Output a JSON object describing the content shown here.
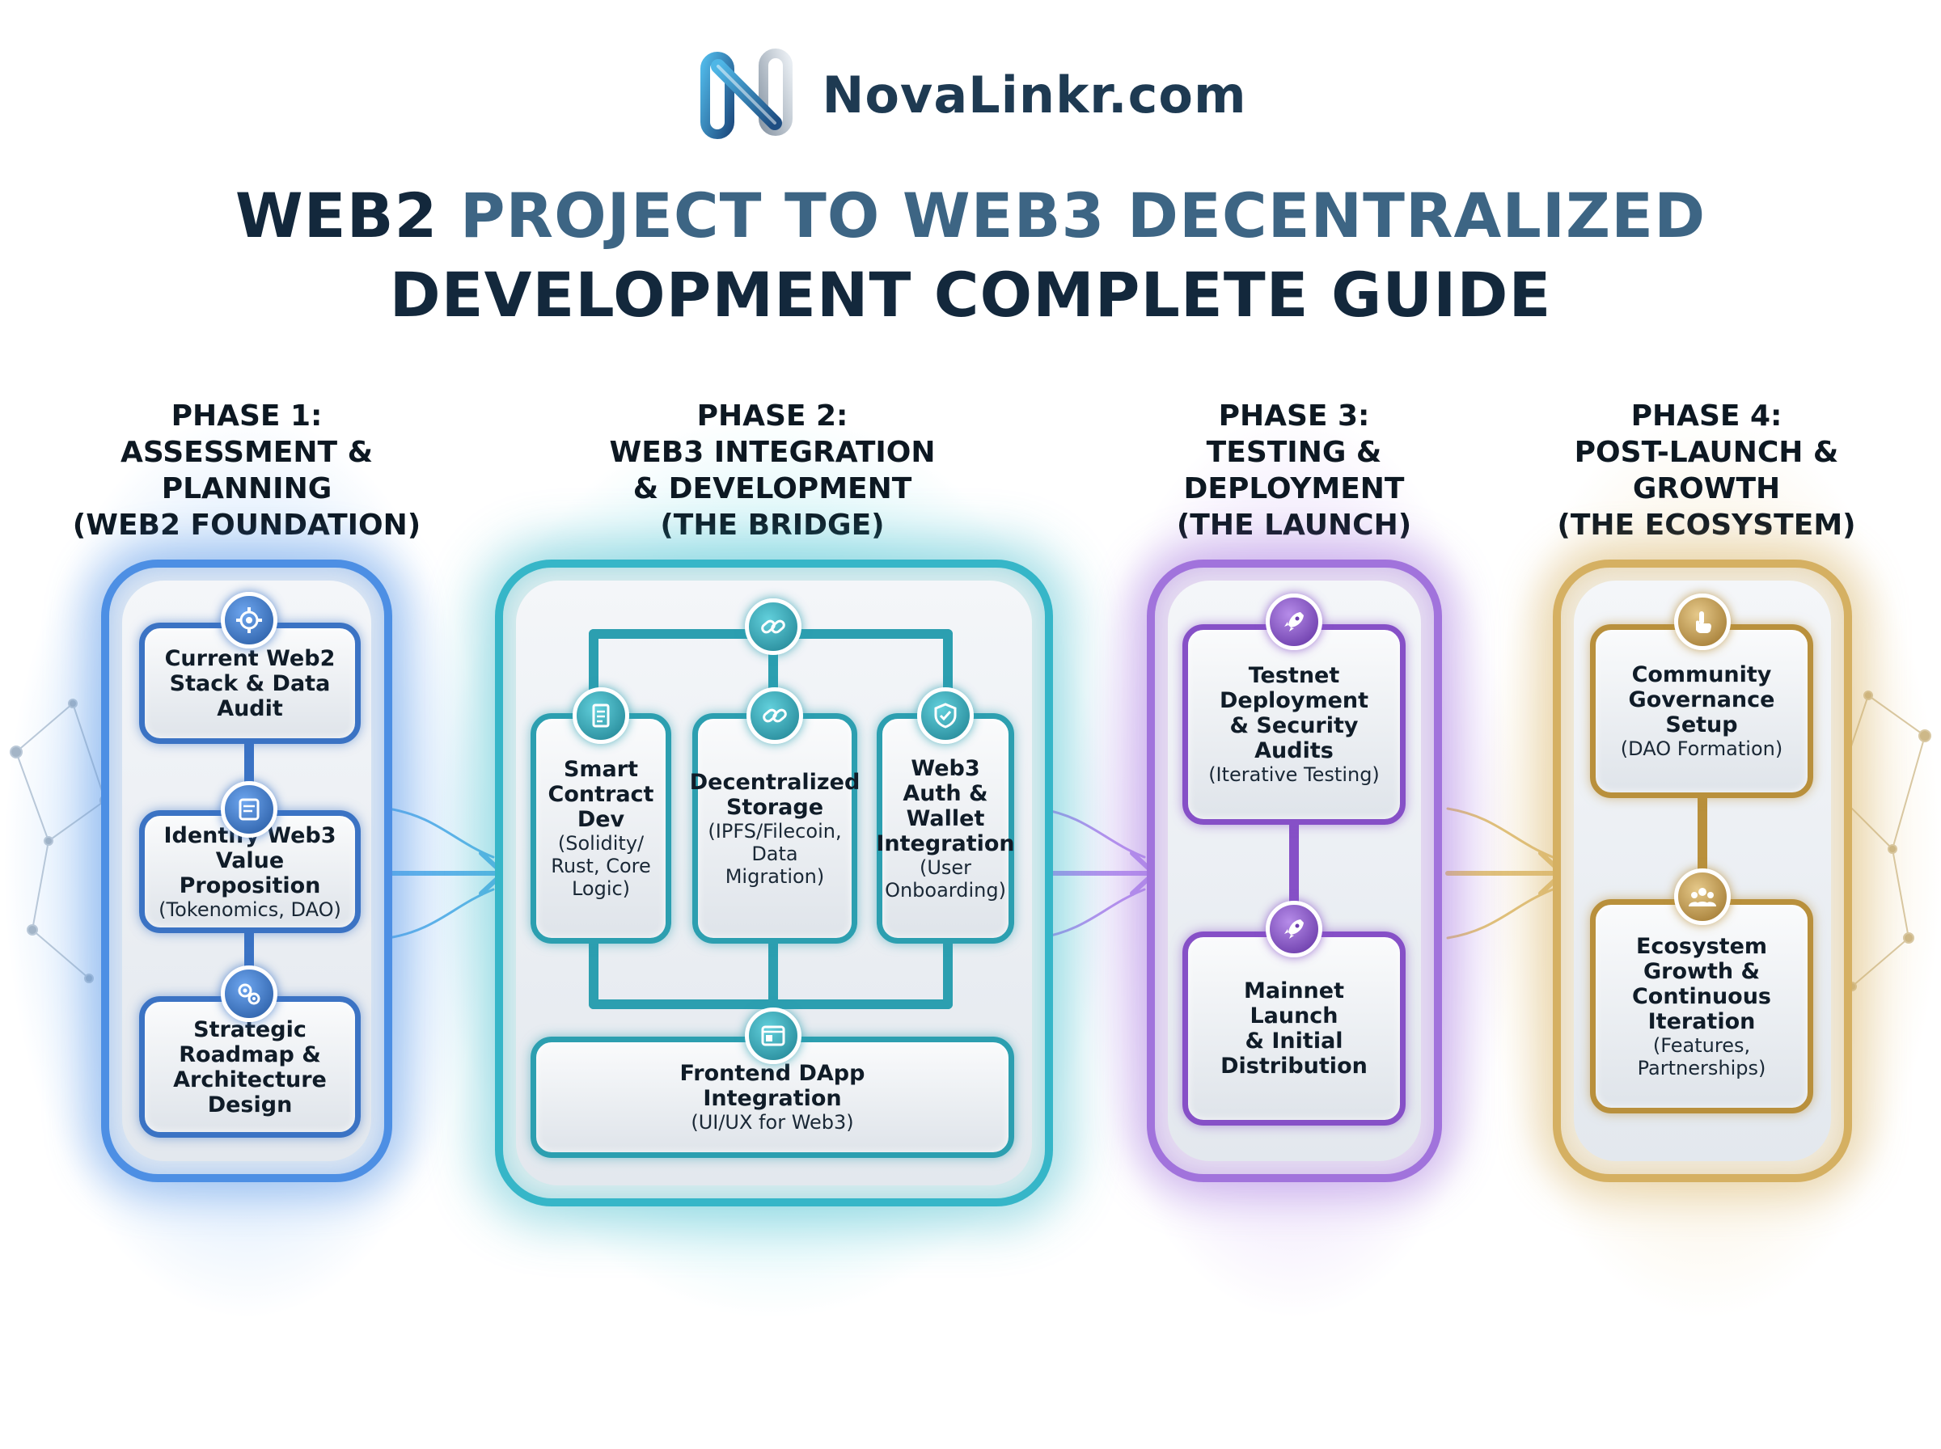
{
  "brand": {
    "name": "NovaLinkr.com",
    "logo_icon": "chain-link-n-logo"
  },
  "title": {
    "line1_dark": "WEB2 ",
    "line1_mid": "PROJECT TO WEB3 DECENTRALIZED",
    "line2": "DEVELOPMENT COMPLETE GUIDE"
  },
  "colors": {
    "phase1": "#4d8fe4",
    "phase2": "#36b6c8",
    "phase3": "#a173dc",
    "phase4": "#d5b062"
  },
  "phases": [
    {
      "heading": [
        "PHASE 1:",
        "ASSESSMENT &",
        "PLANNING",
        "(WEB2 FOUNDATION)"
      ],
      "steps": [
        {
          "icon": "gear-chip-icon",
          "title": [
            "Current Web2",
            "Stack & Data",
            "Audit"
          ],
          "sub": []
        },
        {
          "icon": "document-tablet-icon",
          "title": [
            "Identify Web3",
            "Value Proposition"
          ],
          "sub": [
            "(Tokenomics, DAO)"
          ]
        },
        {
          "icon": "gears-icon",
          "title": [
            "Strategic",
            "Roadmap &",
            "Architecture",
            "Design"
          ],
          "sub": []
        }
      ]
    },
    {
      "heading": [
        "PHASE 2:",
        "WEB3 INTEGRATION",
        "& DEVELOPMENT",
        "(THE BRIDGE)"
      ],
      "hub_icon": "chain-link-icon",
      "steps": [
        {
          "icon": "contract-document-icon",
          "title": [
            "Smart",
            "Contract",
            "Dev"
          ],
          "sub": [
            "(Solidity/",
            "Rust, Core",
            "Logic)"
          ]
        },
        {
          "icon": "chain-link-icon",
          "title": [
            "Decentralized",
            "Storage"
          ],
          "sub": [
            "(IPFS/Filecoin,",
            "Data",
            "Migration)"
          ]
        },
        {
          "icon": "shield-check-icon",
          "title": [
            "Web3",
            "Auth &",
            "Wallet",
            "Integration"
          ],
          "sub": [
            "(User",
            "Onboarding)"
          ]
        },
        {
          "icon": "browser-window-icon",
          "title": [
            "Frontend DApp",
            "Integration"
          ],
          "sub": [
            "(UI/UX for Web3)"
          ]
        }
      ]
    },
    {
      "heading": [
        "PHASE 3:",
        "TESTING &",
        "DEPLOYMENT",
        "(THE LAUNCH)"
      ],
      "steps": [
        {
          "icon": "rocket-icon",
          "title": [
            "Testnet",
            "Deployment",
            "& Security",
            "Audits"
          ],
          "sub": [
            "(Iterative Testing)"
          ]
        },
        {
          "icon": "rocket-icon",
          "title": [
            "Mainnet Launch",
            "& Initial",
            "Distribution"
          ],
          "sub": []
        }
      ]
    },
    {
      "heading": [
        "PHASE 4:",
        "POST-LAUNCH &",
        "GROWTH",
        "(THE ECOSYSTEM)"
      ],
      "steps": [
        {
          "icon": "hand-pointer-icon",
          "title": [
            "Community",
            "Governance",
            "Setup"
          ],
          "sub": [
            "(DAO Formation)"
          ]
        },
        {
          "icon": "people-group-icon",
          "title": [
            "Ecosystem",
            "Growth &",
            "Continuous",
            "Iteration"
          ],
          "sub": [
            "(Features,",
            "Partnerships)"
          ]
        }
      ]
    }
  ]
}
